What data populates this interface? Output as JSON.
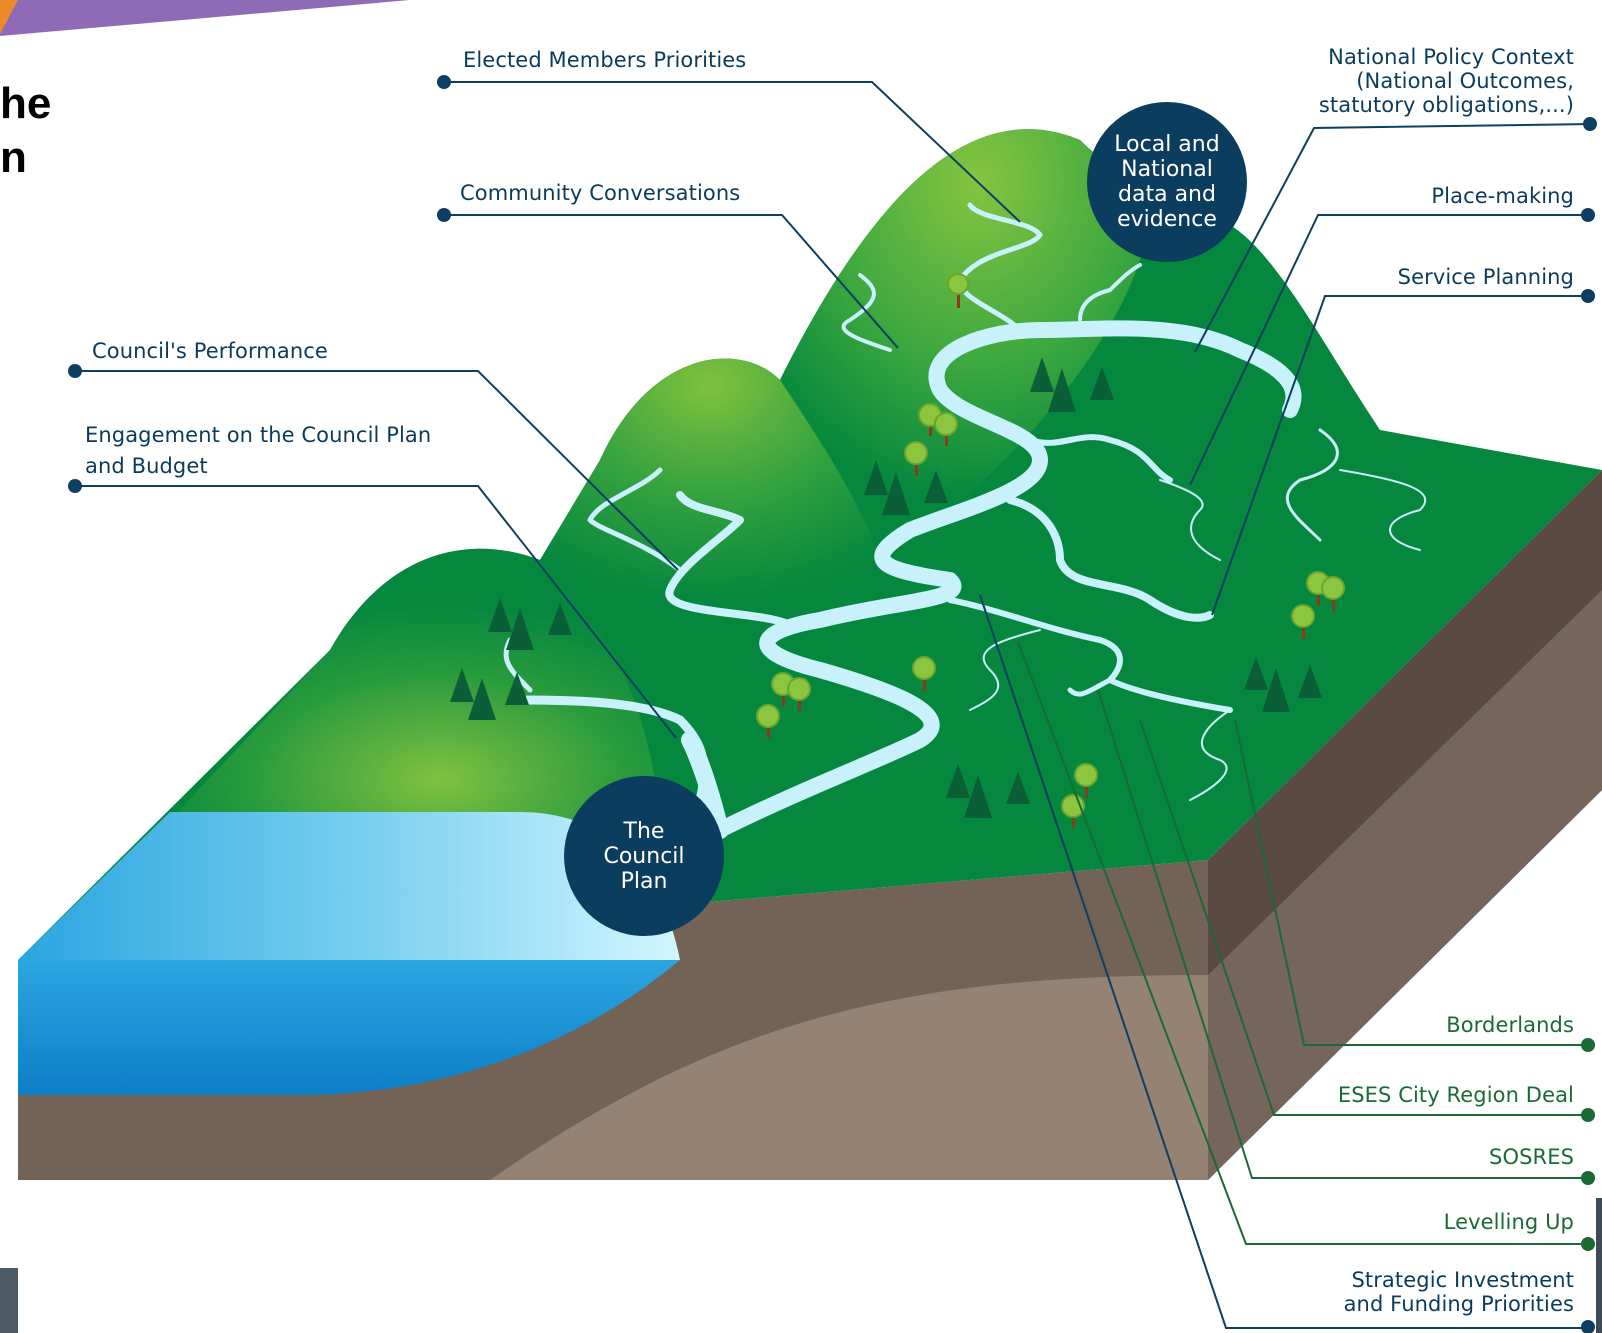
{
  "heading_fragment": {
    "line1": "he",
    "line2": "n"
  },
  "nodes": {
    "council_plan": "The\nCouncil\nPlan",
    "local_national_data": "Local and\nNational\ndata and\nevidence"
  },
  "inputs_left": [
    {
      "id": "elected",
      "label": "Elected Members Priorities"
    },
    {
      "id": "community",
      "label": "Community Conversations"
    },
    {
      "id": "performance",
      "label": "Council's Performance"
    },
    {
      "id": "engagement",
      "label": "Engagement on the Council Plan\nand Budget"
    }
  ],
  "inputs_right_top": [
    {
      "id": "national_policy",
      "label": "National Policy Context\n(National Outcomes,\nstatutory obligations,...)"
    },
    {
      "id": "placemaking",
      "label": "Place-making"
    },
    {
      "id": "service_planning",
      "label": "Service Planning"
    }
  ],
  "inputs_right_bottom": [
    {
      "id": "borderlands",
      "label": "Borderlands"
    },
    {
      "id": "eses",
      "label": "ESES City Region Deal"
    },
    {
      "id": "sosres",
      "label": "SOSRES"
    },
    {
      "id": "levelling",
      "label": "Levelling Up"
    },
    {
      "id": "strategic",
      "label": "Strategic Investment\nand Funding Priorities"
    }
  ],
  "colors": {
    "navy": "#0b3d5f",
    "leader_navy": "#0d3f63",
    "leader_green": "#1a6a35",
    "grass_dark": "#05873e",
    "grass_light": "#7cbe3c",
    "river": "#c8f0fb",
    "lake": "#29a3df",
    "soil": "#726153"
  }
}
